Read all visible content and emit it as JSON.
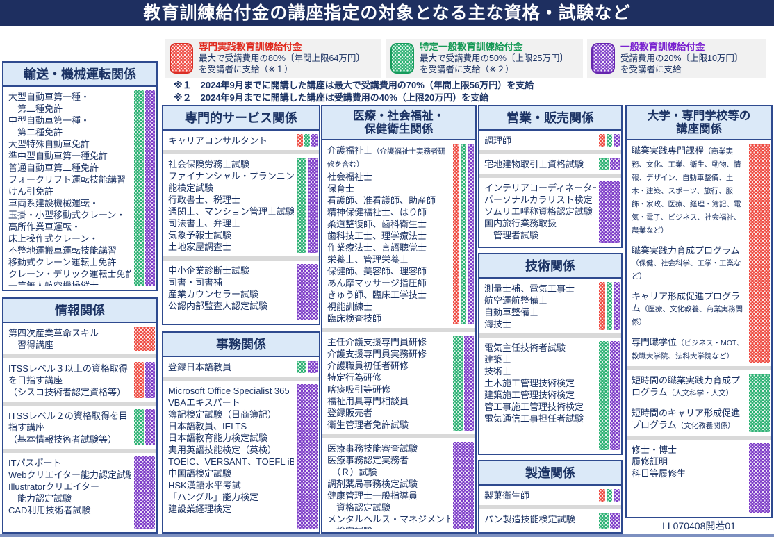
{
  "title": "教育訓練給付金の講座指定の対象となる主な資格・試験など",
  "colors": {
    "senmon_jissen_red": "#ee4b42",
    "tokutei_ippan_green": "#2cb173",
    "ippan_purple": "#7d3dc8",
    "navy_text": "#1b3263",
    "title_bar": "#1e2f60"
  },
  "legend": [
    {
      "name": "専門実践教育訓練給付金",
      "swatch": "red",
      "desc1": "最大で受講費用の80%〔年間上限64万円〕",
      "desc2": "を受講者に支給（※１）"
    },
    {
      "name": "特定一般教育訓練給付金",
      "swatch": "green",
      "desc1": "最大で受講費用の50%〔上限25万円〕",
      "desc2": "を受講者に支給（※２）"
    },
    {
      "name": "一般教育訓練給付金",
      "swatch": "purple",
      "desc1": "受講費用の20%〔上限10万円〕",
      "desc2": "を受講者に支給"
    }
  ],
  "notes": [
    "※１　2024年9月までに開講した講座は最大で受講費用の70%（年間上限56万円）を支給",
    "※２　2024年9月までに開講した講座は受講費用の40%（上限20万円）を支給"
  ],
  "footer": "LL070408開若01",
  "boxes": {
    "transport": {
      "header": [
        "輸送・機械運転関係"
      ],
      "sections": [
        {
          "stripes": [
            "green",
            "purple"
          ],
          "grow": true,
          "items": [
            {
              "t": "大型自動車第一種・"
            },
            {
              "t": "　第二種免許"
            },
            {
              "t": "中型自動車第一種・"
            },
            {
              "t": "　第二種免許"
            },
            {
              "t": "大型特殊自動車免許"
            },
            {
              "t": "準中型自動車第一種免許"
            },
            {
              "t": "普通自動車第二種免許"
            },
            {
              "t": "フォークリフト運転技能講習"
            },
            {
              "t": "けん引免許"
            },
            {
              "t": "車両系建設機械運転・"
            },
            {
              "t": "玉掛・小型移動式クレーン・"
            },
            {
              "t": "高所作業車運転・"
            },
            {
              "t": "床上操作式クレーン・"
            },
            {
              "t": "不整地運搬車運転技能講習"
            },
            {
              "t": "移動式クレーン運転士免許"
            },
            {
              "t": "クレーン・デリック運転士免許"
            },
            {
              "t": "一等無人航空機操縦士"
            }
          ]
        }
      ]
    },
    "info": {
      "header": [
        "情報関係"
      ],
      "sections": [
        {
          "stripes": [
            "red"
          ],
          "items": [
            {
              "t": "第四次産業革命スキル"
            },
            {
              "t": "　習得講座"
            }
          ]
        },
        {
          "stripes": [
            "red",
            "purple"
          ],
          "items": [
            {
              "t": "ITSSレベル３以上の資格取得"
            },
            {
              "t": "を目指す講座"
            },
            {
              "t": "（シスコ技術者認定資格等）"
            }
          ]
        },
        {
          "stripes": [
            "green",
            "purple"
          ],
          "items": [
            {
              "t": "ITSSレベル２の資格取得を目"
            },
            {
              "t": "指す講座"
            },
            {
              "t": "（基本情報技術者試験等）"
            }
          ]
        },
        {
          "stripes": [
            "purple"
          ],
          "grow": true,
          "items": [
            {
              "t": "ITパスポート"
            },
            {
              "t": "Webクリエイター能力認定試験"
            },
            {
              "t": "Illustratorクリエイター"
            },
            {
              "t": "　能力認定試験"
            },
            {
              "t": "CAD利用技術者試験"
            }
          ]
        }
      ]
    },
    "service": {
      "header": [
        "専門的サービス関係"
      ],
      "sections": [
        {
          "stripes": [
            "red",
            "green",
            "purple"
          ],
          "items": [
            {
              "t": "キャリアコンサルタント"
            }
          ]
        },
        {
          "stripes": [
            "green",
            "purple"
          ],
          "items": [
            {
              "t": "社会保険労務士試験"
            },
            {
              "t": "ファイナンシャル・プランニング技"
            },
            {
              "t": "能検定試験"
            },
            {
              "t": "行政書士、税理士"
            },
            {
              "t": "通関士、マンション管理士試験"
            },
            {
              "t": "司法書士、弁理士"
            },
            {
              "t": "気象予報士試験"
            },
            {
              "t": "土地家屋調査士"
            }
          ]
        },
        {
          "stripes": [
            "purple"
          ],
          "grow": true,
          "items": [
            {
              "t": "中小企業診断士試験"
            },
            {
              "t": "司書・司書補"
            },
            {
              "t": "産業カウンセラー試験"
            },
            {
              "t": "公認内部監査人認定試験"
            }
          ]
        }
      ]
    },
    "office": {
      "header": [
        "事務関係"
      ],
      "sections": [
        {
          "stripes": [
            "green",
            "purple"
          ],
          "items": [
            {
              "t": "登録日本語教員"
            }
          ]
        },
        {
          "stripes": [
            "purple"
          ],
          "grow": true,
          "items": [
            {
              "t": "Microsoft Office Specialist 365"
            },
            {
              "t": "VBAエキスパート"
            },
            {
              "t": "簿記検定試験（日商簿記）"
            },
            {
              "t": "日本語教員、IELTS"
            },
            {
              "t": "日本語教育能力検定試験"
            },
            {
              "t": "実用英語技能検定（英検）"
            },
            {
              "t": "TOEIC、VERSANT、TOEFL iBT"
            },
            {
              "t": "中国語検定試験"
            },
            {
              "t": "HSK漢語水平考試"
            },
            {
              "t": "「ハングル」能力検定"
            },
            {
              "t": "建設業経理検定"
            }
          ]
        }
      ]
    },
    "medical": {
      "header": [
        "医療・社会福祉・",
        "保健衛生関係"
      ],
      "sections": [
        {
          "stripes": [
            "red",
            "green",
            "purple"
          ],
          "items": [
            {
              "t": "介護福祉士",
              "s": "（介護福祉士実務者研修を含む）"
            },
            {
              "t": "社会福祉士"
            },
            {
              "t": "保育士"
            },
            {
              "t": "看護師、准看護師、助産師"
            },
            {
              "t": "精神保健福祉士、はり師"
            },
            {
              "t": "柔道整復師、歯科衛生士"
            },
            {
              "t": "歯科技工士、理学療法士"
            },
            {
              "t": "作業療法士、言語聴覚士"
            },
            {
              "t": "栄養士、管理栄養士"
            },
            {
              "t": "保健師、美容師、理容師"
            },
            {
              "t": "あん摩マッサージ指圧師"
            },
            {
              "t": "きゅう師、臨床工学技士"
            },
            {
              "t": "視能訓練士"
            },
            {
              "t": "臨床検査技師"
            }
          ]
        },
        {
          "stripes": [
            "green",
            "purple"
          ],
          "items": [
            {
              "t": "主任介護支援専門員研修"
            },
            {
              "t": "介護支援専門員実務研修"
            },
            {
              "t": "介護職員初任者研修"
            },
            {
              "t": "特定行為研修"
            },
            {
              "t": "喀痰吸引等研修"
            },
            {
              "t": "福祉用具専門相談員"
            },
            {
              "t": "登録販売者"
            },
            {
              "t": "衛生管理者免許試験"
            }
          ]
        },
        {
          "stripes": [
            "purple"
          ],
          "grow": true,
          "items": [
            {
              "t": "医療事務技能審査試験"
            },
            {
              "t": "医療事務認定実務者"
            },
            {
              "t": "　（Ｒ）試験"
            },
            {
              "t": "調剤薬局事務検定試験"
            },
            {
              "t": "健康管理士一般指導員"
            },
            {
              "t": "　資格認定試験"
            },
            {
              "t": "メンタルヘルス・マネジメント"
            },
            {
              "t": "　検定試験"
            }
          ]
        }
      ]
    },
    "sales": {
      "header": [
        "営業・販売関係"
      ],
      "sections": [
        {
          "stripes": [
            "red",
            "green",
            "purple"
          ],
          "items": [
            {
              "t": "調理師"
            }
          ]
        },
        {
          "stripes": [
            "green",
            "purple"
          ],
          "items": [
            {
              "t": "宅地建物取引士資格試験"
            }
          ]
        },
        {
          "stripes": [
            "purple"
          ],
          "grow": true,
          "items": [
            {
              "t": "インテリアコーディネーター"
            },
            {
              "t": "パーソナルカラリスト検定"
            },
            {
              "t": "ソムリエ呼称資格認定試験"
            },
            {
              "t": "国内旅行業務取扱"
            },
            {
              "t": "　管理者試験"
            }
          ]
        }
      ]
    },
    "tech": {
      "header": [
        "技術関係"
      ],
      "sections": [
        {
          "stripes": [
            "red",
            "green",
            "purple"
          ],
          "items": [
            {
              "t": "測量士補、電気工事士"
            },
            {
              "t": "航空運航整備士"
            },
            {
              "t": "自動車整備士"
            },
            {
              "t": "海技士"
            }
          ]
        },
        {
          "stripes": [
            "green",
            "purple"
          ],
          "grow": true,
          "items": [
            {
              "t": "電気主任技術者試験"
            },
            {
              "t": "建築士"
            },
            {
              "t": "技術士"
            },
            {
              "t": "土木施工管理技術検定"
            },
            {
              "t": "建築施工管理技術検定"
            },
            {
              "t": "管工事施工管理技術検定"
            },
            {
              "t": "電気通信工事担任者試験"
            }
          ]
        }
      ]
    },
    "manufacturing": {
      "header": [
        "製造関係"
      ],
      "sections": [
        {
          "stripes": [
            "red",
            "green",
            "purple"
          ],
          "items": [
            {
              "t": "製菓衛生師"
            }
          ]
        },
        {
          "stripes": [
            "green",
            "purple"
          ],
          "grow": true,
          "items": [
            {
              "t": "パン製造技能検定試験"
            }
          ]
        }
      ]
    },
    "university": {
      "header": [
        "大学・専門学校等の",
        "講座関係"
      ],
      "sections": [
        {
          "stripes": [
            "red"
          ],
          "items": [
            {
              "t": "職業実践専門課程",
              "s": "（商業実務、文化、工業、衛生、動物、情報、デザイン、自動車整備、土木・建築、スポーツ、旅行、服飾・家政、医療、経理・簿記、電気・電子、ビジネス、社会福祉、農業など）"
            },
            {
              "t": "職業実践力育成プログラム",
              "s": "（保健、社会科学、工学・工業など）",
              "gap": true
            },
            {
              "t": "キャリア形成促進プログラム",
              "s": "（医療、文化教養、商業実務関係）",
              "gap": true
            },
            {
              "t": "専門職学位",
              "s": "（ビジネス・MOT、教職大学院、法科大学院など）",
              "gap": true
            }
          ]
        },
        {
          "stripes": [
            "green"
          ],
          "items": [
            {
              "t": "短時間の職業実践力育成プログラム",
              "s": "（人文科学・人文）"
            },
            {
              "t": "短時間のキャリア形成促進プログラム",
              "s": "（文化教養関係）",
              "gap": true
            }
          ]
        },
        {
          "stripes": [
            "purple"
          ],
          "grow": true,
          "items": [
            {
              "t": "修士・博士"
            },
            {
              "t": "履修証明"
            },
            {
              "t": "科目等履修生"
            }
          ]
        }
      ]
    }
  }
}
